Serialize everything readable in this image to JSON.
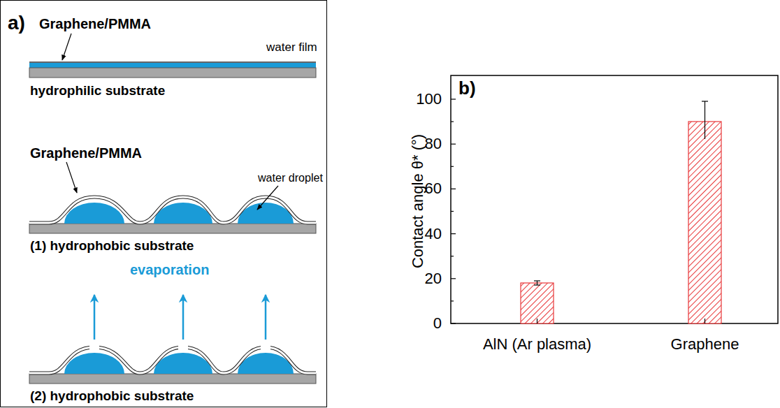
{
  "diagram": {
    "nodes": [
      {
        "text": [
          "a)",
          "Graphene/PMMA",
          "water film",
          "hydrophilic substrate",
          "Graphene/PMMA",
          "water droplet",
          "(1) hydrophobic substrate",
          "evaporation",
          "(2) hydrophobic substrate"
        ]
      }
    ],
    "labels": [
      "b)",
      "Contact angle θ* (°)",
      "0",
      "20",
      "40",
      "60",
      "80",
      "100",
      "AlN (Ar plasma)",
      "Graphene"
    ]
  }
}
